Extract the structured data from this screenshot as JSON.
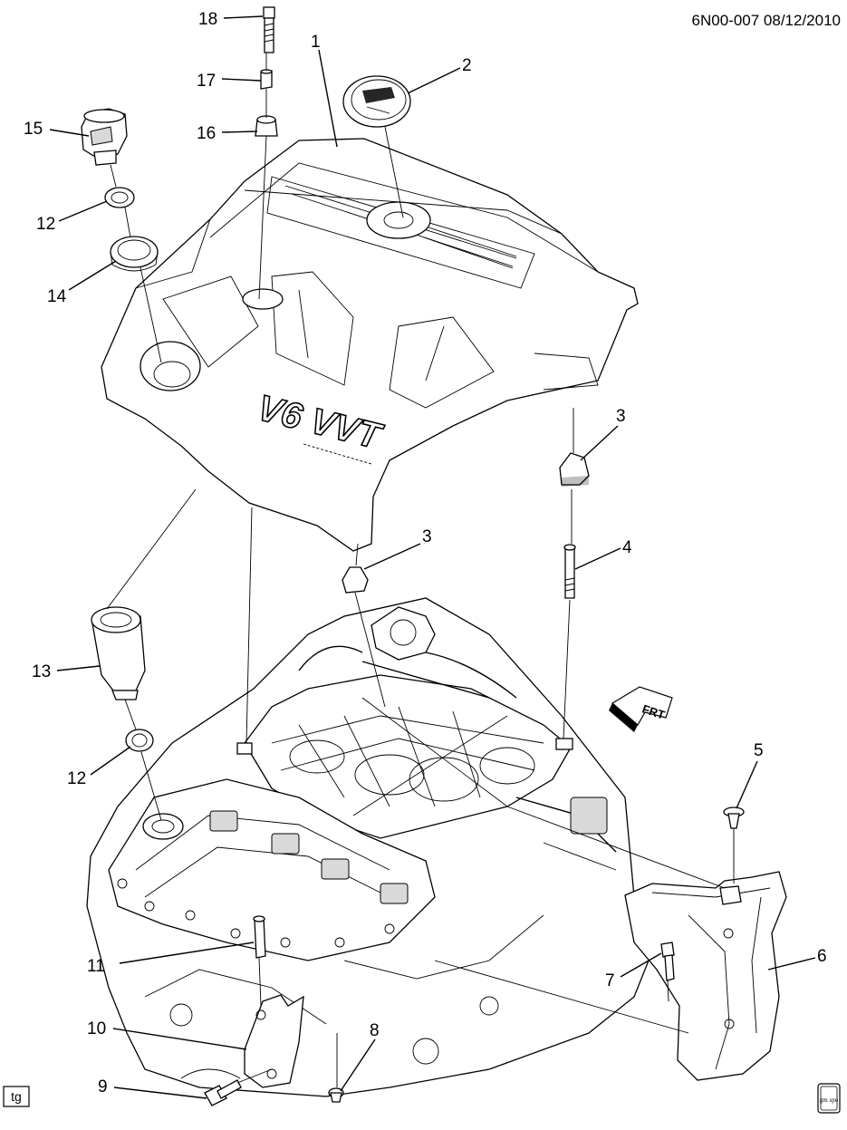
{
  "header": {
    "code": "6N00-007 08/12/2010"
  },
  "cover_emblem_text": "V6 VVT",
  "front_arrow_label": "FRT",
  "corner_left_label": "tg",
  "corner_right_label": "gm spo",
  "callouts": {
    "c1": "1",
    "c2": "2",
    "c3a": "3",
    "c3b": "3",
    "c4": "4",
    "c5": "5",
    "c6": "6",
    "c7": "7",
    "c8": "8",
    "c9": "9",
    "c10": "10",
    "c11": "11",
    "c12a": "12",
    "c12b": "12",
    "c13": "13",
    "c14": "14",
    "c15": "15",
    "c16": "16",
    "c17": "17",
    "c18": "18"
  }
}
